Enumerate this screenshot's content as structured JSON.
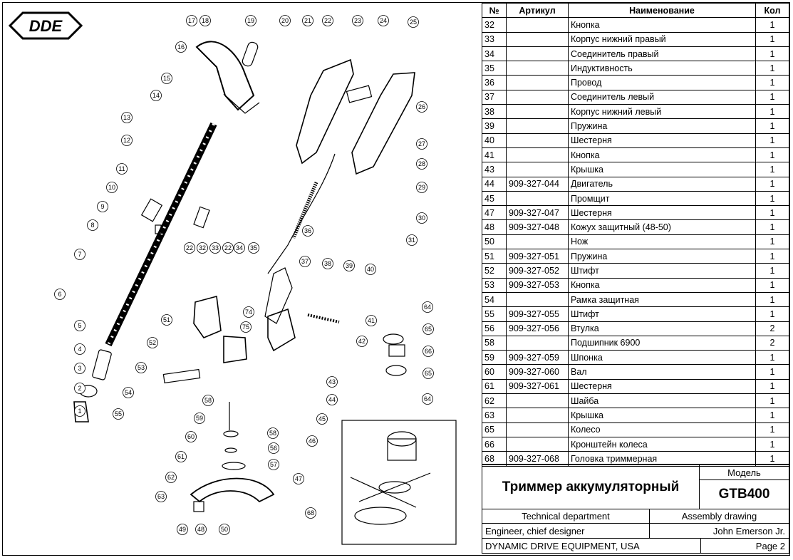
{
  "logo": {
    "text": "DDE"
  },
  "table": {
    "headers": {
      "num": "№",
      "article": "Артикул",
      "name": "Наименование",
      "qty": "Кол"
    },
    "rows": [
      {
        "num": "32",
        "article": "",
        "name": "Кнопка",
        "qty": "1"
      },
      {
        "num": "33",
        "article": "",
        "name": "Корпус нижний правый",
        "qty": "1"
      },
      {
        "num": "34",
        "article": "",
        "name": "Соединитель правый",
        "qty": "1"
      },
      {
        "num": "35",
        "article": "",
        "name": "Индуктивность",
        "qty": "1"
      },
      {
        "num": "36",
        "article": "",
        "name": "Провод",
        "qty": "1"
      },
      {
        "num": "37",
        "article": "",
        "name": "Соединитель левый",
        "qty": "1"
      },
      {
        "num": "38",
        "article": "",
        "name": "Корпус нижний левый",
        "qty": "1"
      },
      {
        "num": "39",
        "article": "",
        "name": "Пружина",
        "qty": "1"
      },
      {
        "num": "40",
        "article": "",
        "name": "Шестерня",
        "qty": "1"
      },
      {
        "num": "41",
        "article": "",
        "name": "Кнопка",
        "qty": "1"
      },
      {
        "num": "43",
        "article": "",
        "name": "Крышка",
        "qty": "1"
      },
      {
        "num": "44",
        "article": "909-327-044",
        "name": "Двигатель",
        "qty": "1"
      },
      {
        "num": "45",
        "article": "",
        "name": "Промщит",
        "qty": "1"
      },
      {
        "num": "47",
        "article": "909-327-047",
        "name": "Шестерня",
        "qty": "1"
      },
      {
        "num": "48",
        "article": "909-327-048",
        "name": "Кожух защитный (48-50)",
        "qty": "1"
      },
      {
        "num": "50",
        "article": "",
        "name": "Нож",
        "qty": "1"
      },
      {
        "num": "51",
        "article": "909-327-051",
        "name": "Пружина",
        "qty": "1"
      },
      {
        "num": "52",
        "article": "909-327-052",
        "name": "Штифт",
        "qty": "1"
      },
      {
        "num": "53",
        "article": "909-327-053",
        "name": "Кнопка",
        "qty": "1"
      },
      {
        "num": "54",
        "article": "",
        "name": "Рамка защитная",
        "qty": "1"
      },
      {
        "num": "55",
        "article": "909-327-055",
        "name": "Штифт",
        "qty": "1"
      },
      {
        "num": "56",
        "article": "909-327-056",
        "name": "Втулка",
        "qty": "2"
      },
      {
        "num": "58",
        "article": "",
        "name": "Подшипник 6900",
        "qty": "2"
      },
      {
        "num": "59",
        "article": "909-327-059",
        "name": "Шпонка",
        "qty": "1"
      },
      {
        "num": "60",
        "article": "909-327-060",
        "name": "Вал",
        "qty": "1"
      },
      {
        "num": "61",
        "article": "909-327-061",
        "name": "Шестерня",
        "qty": "1"
      },
      {
        "num": "62",
        "article": "",
        "name": "Шайба",
        "qty": "1"
      },
      {
        "num": "63",
        "article": "",
        "name": "Крышка",
        "qty": "1"
      },
      {
        "num": "65",
        "article": "",
        "name": "Колесо",
        "qty": "1"
      },
      {
        "num": "66",
        "article": "",
        "name": "Кронштейн колеса",
        "qty": "1"
      },
      {
        "num": "68",
        "article": "909-327-068",
        "name": "Головка триммерная",
        "qty": "1"
      }
    ]
  },
  "titleblock": {
    "product": "Триммер аккумуляторный",
    "model_label": "Модель",
    "model": "GTB400",
    "dept": "Technical department",
    "doc_type": "Assembly drawing",
    "role": "Engineer, chief designer",
    "person": "John Emerson Jr.",
    "company": "DYNAMIC DRIVE EQUIPMENT, USA",
    "page": "Page 2"
  },
  "callouts": [
    "1",
    "2",
    "3",
    "4",
    "5",
    "6",
    "7",
    "8",
    "9",
    "10",
    "11",
    "12",
    "13",
    "14",
    "15",
    "16",
    "17",
    "18",
    "19",
    "20",
    "21",
    "22",
    "23",
    "24",
    "25",
    "26",
    "27",
    "28",
    "29",
    "30",
    "31",
    "22",
    "32",
    "33",
    "22",
    "34",
    "35",
    "36",
    "37",
    "38",
    "39",
    "40",
    "41",
    "42",
    "43",
    "44",
    "45",
    "46",
    "47",
    "48",
    "49",
    "50",
    "51",
    "52",
    "53",
    "54",
    "55",
    "56",
    "57",
    "58",
    "58",
    "59",
    "60",
    "61",
    "62",
    "63",
    "64",
    "64",
    "65",
    "65",
    "66",
    "68",
    "74",
    "75"
  ]
}
